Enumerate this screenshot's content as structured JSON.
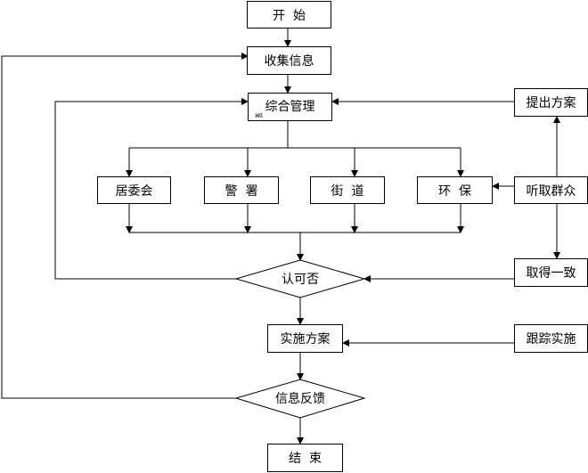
{
  "nodes": {
    "start": "开  始",
    "collect": "收集信息",
    "manage": "综合管理",
    "manage_fragment": "部",
    "propose": "提出方案",
    "residents": "居委会",
    "police": "警  署",
    "street": "街  道",
    "environment": "环  保",
    "listen": "听取群众",
    "approve": "认可否",
    "consensus": "取得一致",
    "implement": "实施方案",
    "track": "跟踪实施",
    "feedback": "信息反馈",
    "end": "结  束"
  }
}
